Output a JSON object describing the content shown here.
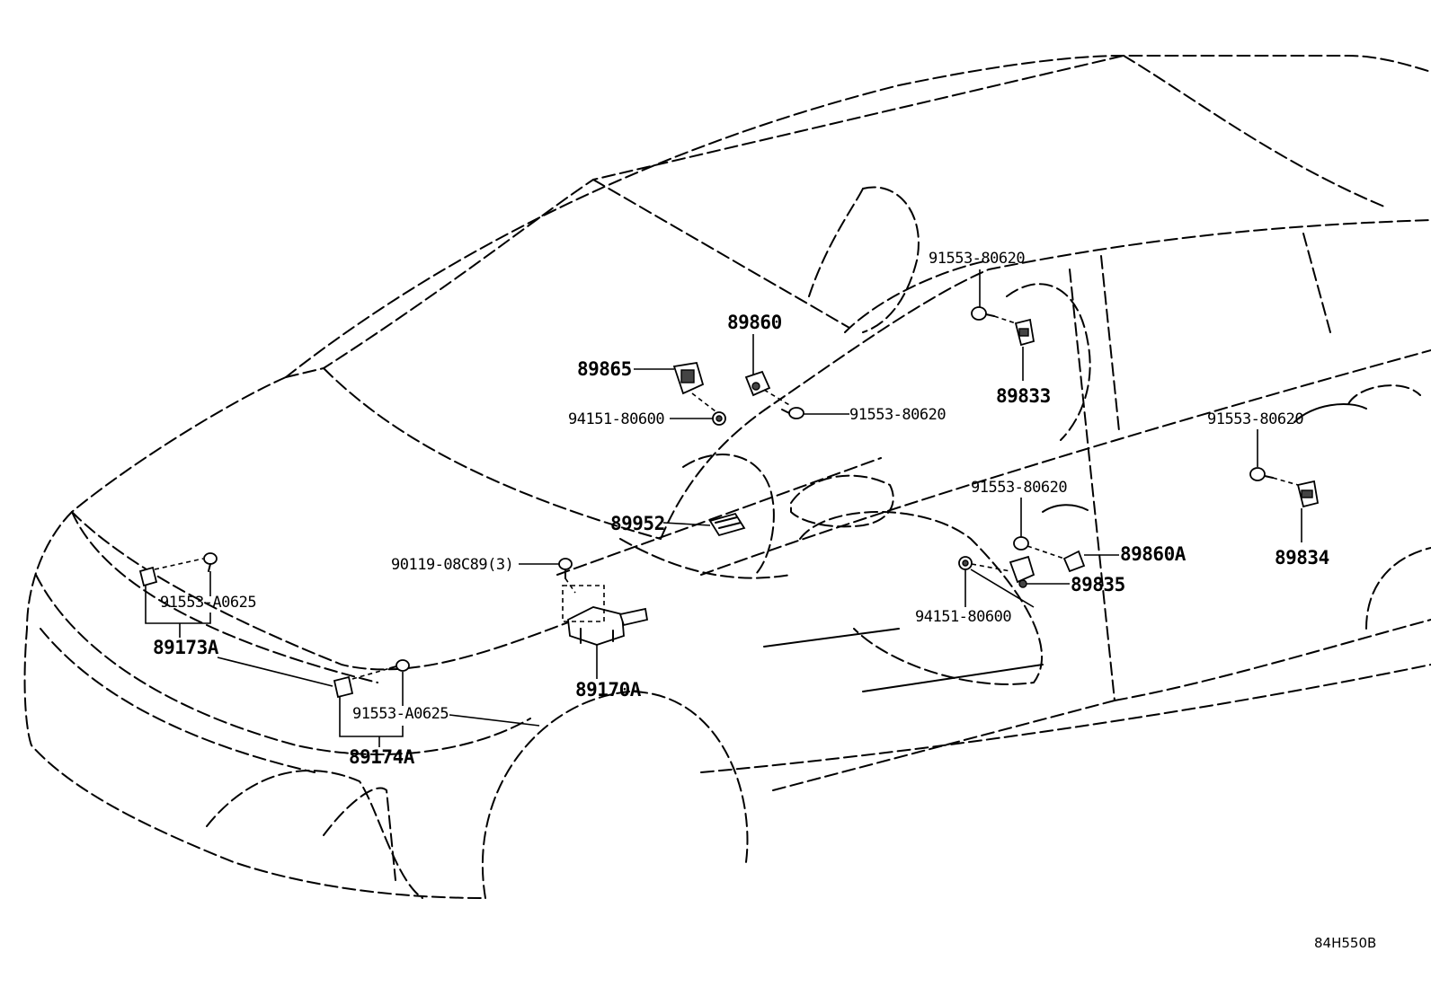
{
  "callouts": {
    "p91553_80620_a": "91553-80620",
    "p89860": "89860",
    "p89865": "89865",
    "p94151_80600_a": "94151-80600",
    "p91553_80620_b": "91553-80620",
    "p89833": "89833",
    "p91553_80620_c": "91553-80620",
    "p89834": "89834",
    "p91553_80620_d": "91553-80620",
    "p89952": "89952",
    "p90119_08C89": "90119-08C89(3)",
    "p89860A": "89860A",
    "p89835": "89835",
    "p94151_80600_b": "94151-80600",
    "p91553_A0625_a": "91553-A0625",
    "p89173A": "89173A",
    "p89170A": "89170A",
    "p91553_A0625_b": "91553-A0625",
    "p89174A": "89174A"
  },
  "figure_ref": "84H550B"
}
